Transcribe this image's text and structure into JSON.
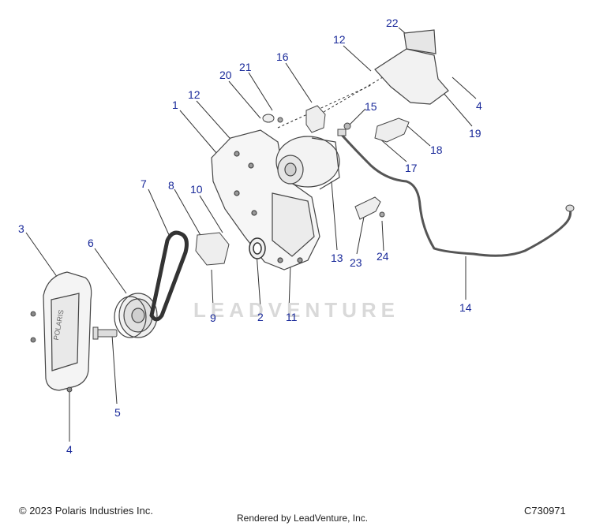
{
  "callouts": [
    {
      "id": "c1",
      "text": "1"
    },
    {
      "id": "c2",
      "text": "2"
    },
    {
      "id": "c3",
      "text": "3"
    },
    {
      "id": "c4a",
      "text": "4"
    },
    {
      "id": "c4b",
      "text": "4"
    },
    {
      "id": "c5",
      "text": "5"
    },
    {
      "id": "c6",
      "text": "6"
    },
    {
      "id": "c7",
      "text": "7"
    },
    {
      "id": "c8",
      "text": "8"
    },
    {
      "id": "c9",
      "text": "9"
    },
    {
      "id": "c10",
      "text": "10"
    },
    {
      "id": "c11",
      "text": "11"
    },
    {
      "id": "c12a",
      "text": "12"
    },
    {
      "id": "c12b",
      "text": "12"
    },
    {
      "id": "c13",
      "text": "13"
    },
    {
      "id": "c14",
      "text": "14"
    },
    {
      "id": "c15",
      "text": "15"
    },
    {
      "id": "c16",
      "text": "16"
    },
    {
      "id": "c17",
      "text": "17"
    },
    {
      "id": "c18",
      "text": "18"
    },
    {
      "id": "c19",
      "text": "19"
    },
    {
      "id": "c20",
      "text": "20"
    },
    {
      "id": "c21",
      "text": "21"
    },
    {
      "id": "c22",
      "text": "22"
    },
    {
      "id": "c23",
      "text": "23"
    },
    {
      "id": "c24",
      "text": "24"
    }
  ],
  "watermark": "LEADVENTURE",
  "footer": {
    "copyright": "© 2023 Polaris Industries Inc.",
    "part_number": "C730971",
    "rendered_by": "Rendered by LeadVenture, Inc."
  },
  "colors": {
    "callout": "#1a2a9a",
    "line": "#333333",
    "part_stroke": "#444444",
    "part_fill": "#f4f4f4"
  }
}
